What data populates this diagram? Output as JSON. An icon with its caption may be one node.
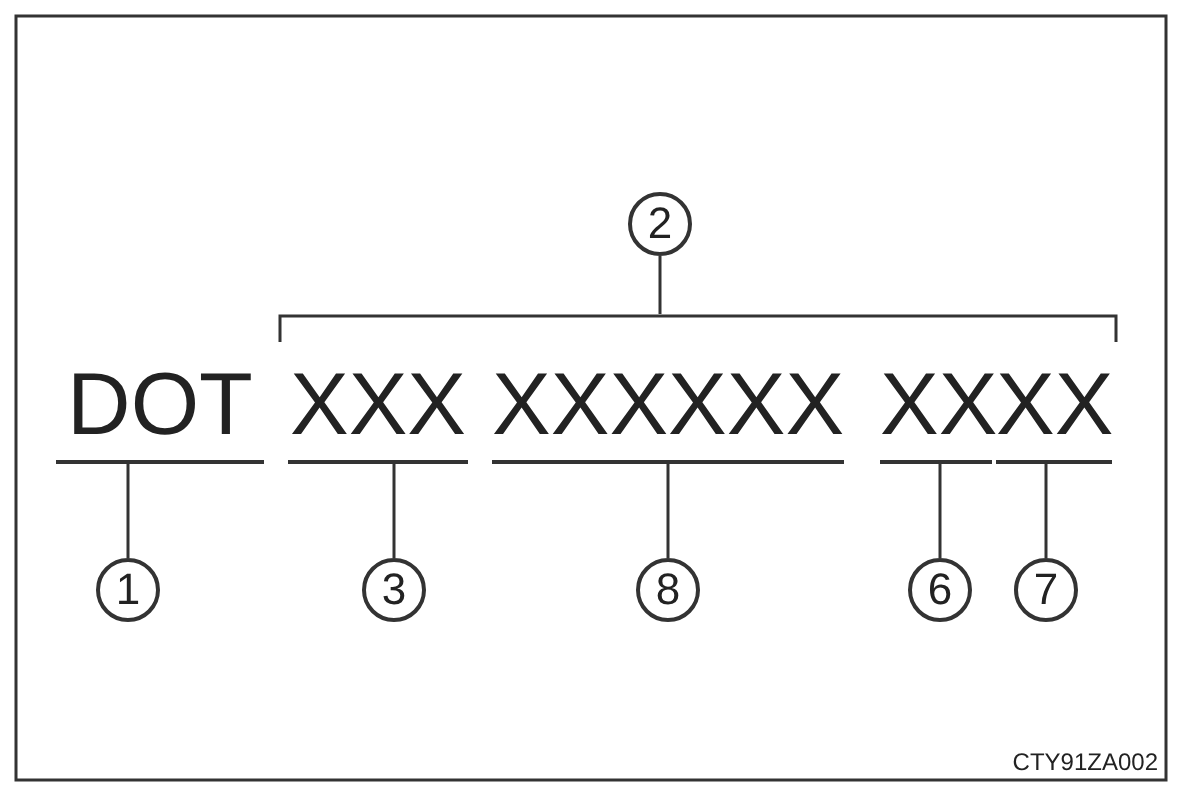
{
  "diagram": {
    "nodes": [
      {
        "text": [
          "2"
        ]
      },
      {
        "text": [
          "DOT"
        ]
      },
      {
        "text": [
          "XXX"
        ]
      },
      {
        "text": [
          "XXXXXX"
        ]
      },
      {
        "text": [
          "XX"
        ]
      },
      {
        "text": [
          "XX"
        ]
      },
      {
        "text": [
          "1"
        ]
      },
      {
        "text": [
          "3"
        ]
      },
      {
        "text": [
          "8"
        ]
      },
      {
        "text": [
          "6"
        ]
      },
      {
        "text": [
          "7"
        ]
      },
      {
        "text": [],
        "shape": "bracket"
      }
    ],
    "edges": [
      {
        "from": 0,
        "to": 11,
        "arrow": "none"
      },
      {
        "from": 6,
        "to": 1,
        "arrow": "none"
      },
      {
        "from": 7,
        "to": 2,
        "arrow": "none"
      },
      {
        "from": 8,
        "to": 3,
        "arrow": "none"
      },
      {
        "from": 9,
        "to": 4,
        "arrow": "none"
      },
      {
        "from": 10,
        "to": 5,
        "arrow": "none"
      }
    ],
    "labels": [
      "CTY91ZA002"
    ]
  }
}
